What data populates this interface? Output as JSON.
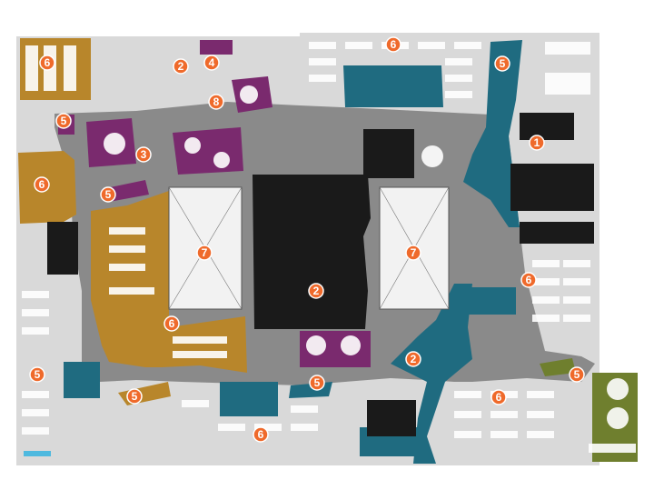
{
  "colors": {
    "background": "#ffffff",
    "floor": "#d9d9d9",
    "corridor": "#8a8a8a",
    "zone_ochre": "#b8862b",
    "zone_teal": "#1f6b80",
    "zone_purple": "#7a2a6e",
    "zone_olive": "#6f7f2e",
    "core_black": "#1a1a1a",
    "atrium": "#f2f2f2",
    "marker": "#ef6a2b",
    "furniture": "#ffffff"
  },
  "markers": [
    {
      "label": "6"
    },
    {
      "label": "2"
    },
    {
      "label": "4"
    },
    {
      "label": "6"
    },
    {
      "label": "5"
    },
    {
      "label": "8"
    },
    {
      "label": "5"
    },
    {
      "label": "3"
    },
    {
      "label": "1"
    },
    {
      "label": "6"
    },
    {
      "label": "5"
    },
    {
      "label": "7"
    },
    {
      "label": "7"
    },
    {
      "label": "6"
    },
    {
      "label": "2"
    },
    {
      "label": "6"
    },
    {
      "label": "2"
    },
    {
      "label": "5"
    },
    {
      "label": "5"
    },
    {
      "label": "5"
    },
    {
      "label": "5"
    },
    {
      "label": "6"
    },
    {
      "label": "6"
    }
  ]
}
